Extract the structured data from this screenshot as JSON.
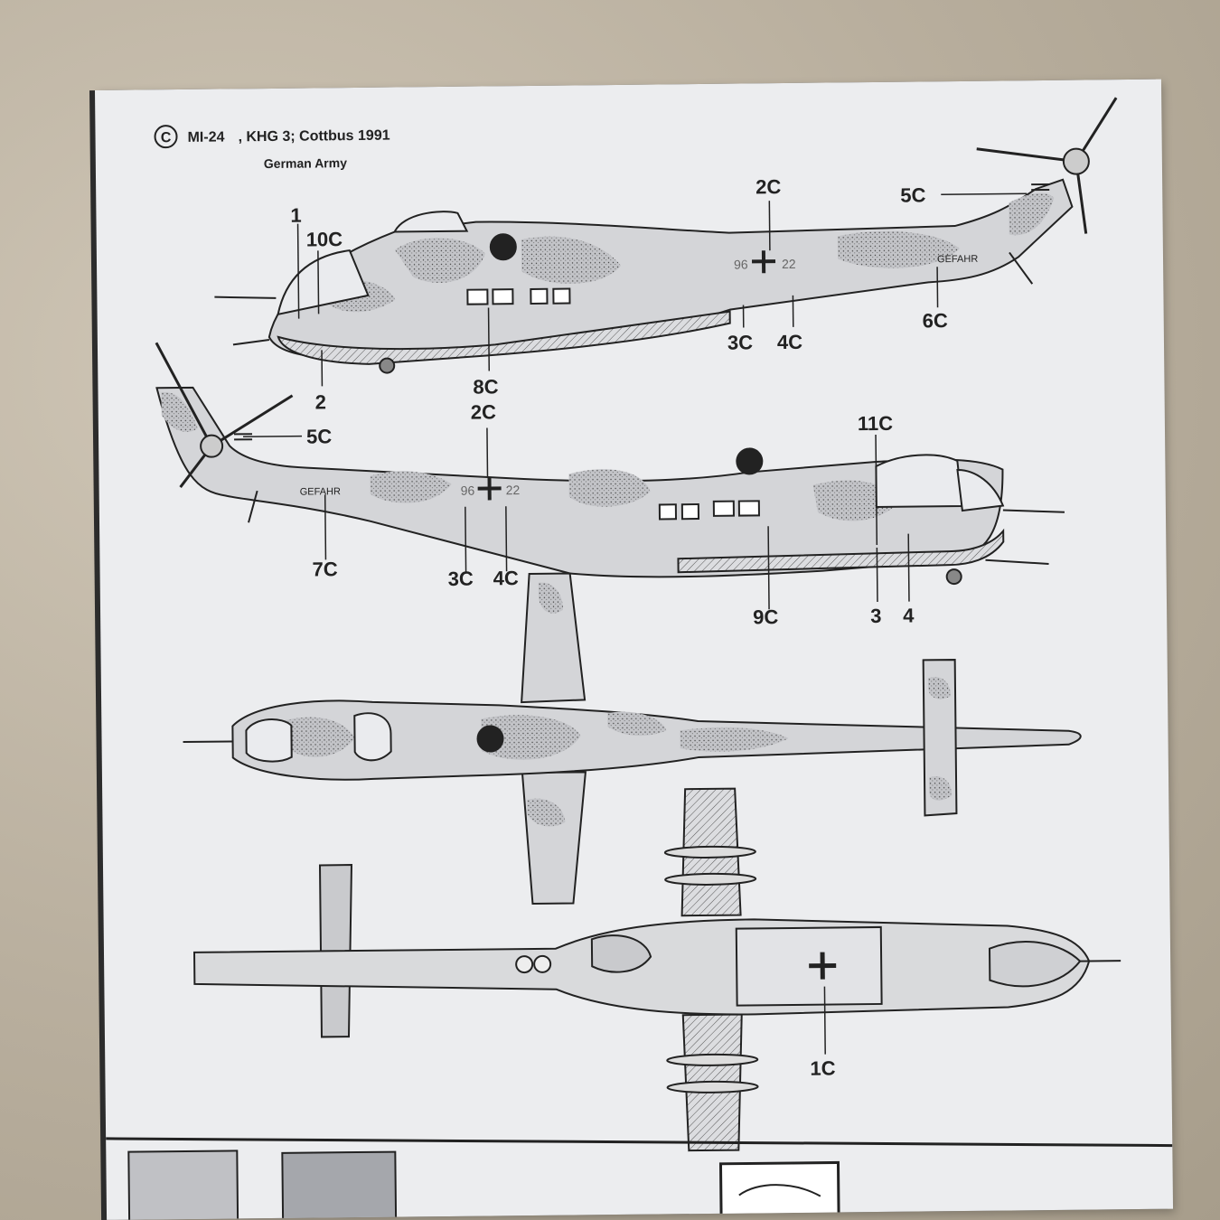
{
  "header": {
    "copyright_symbol": "C",
    "model": "MI-24",
    "unit": ", KHG 3; Cottbus 1991",
    "service": "German Army"
  },
  "markings": {
    "side_code": "GEFAHR",
    "number_left": "96",
    "number_right": "22"
  },
  "callouts": {
    "top_view_1": "1",
    "top_view_10c": "10C",
    "top_view_2": "2",
    "top_view_2c": "2C",
    "top_view_5c": "5C",
    "top_view_6c": "6C",
    "top_view_3c": "3C",
    "top_view_4c": "4C",
    "top_view_8c": "8C",
    "mid_view_2c": "2C",
    "mid_view_5c": "5C",
    "mid_view_11c": "11C",
    "mid_view_7c": "7C",
    "mid_view_3c": "3C",
    "mid_view_4c": "4C",
    "mid_view_9c": "9C",
    "mid_view_3": "3",
    "mid_view_4": "4",
    "bottom_view_1c": "1C"
  },
  "colors": {
    "paper": "#ecedef",
    "ink": "#222222",
    "camo_light": "#c9cacd",
    "camo_dark": "#a9abb0",
    "underside": "#d9dadc"
  }
}
